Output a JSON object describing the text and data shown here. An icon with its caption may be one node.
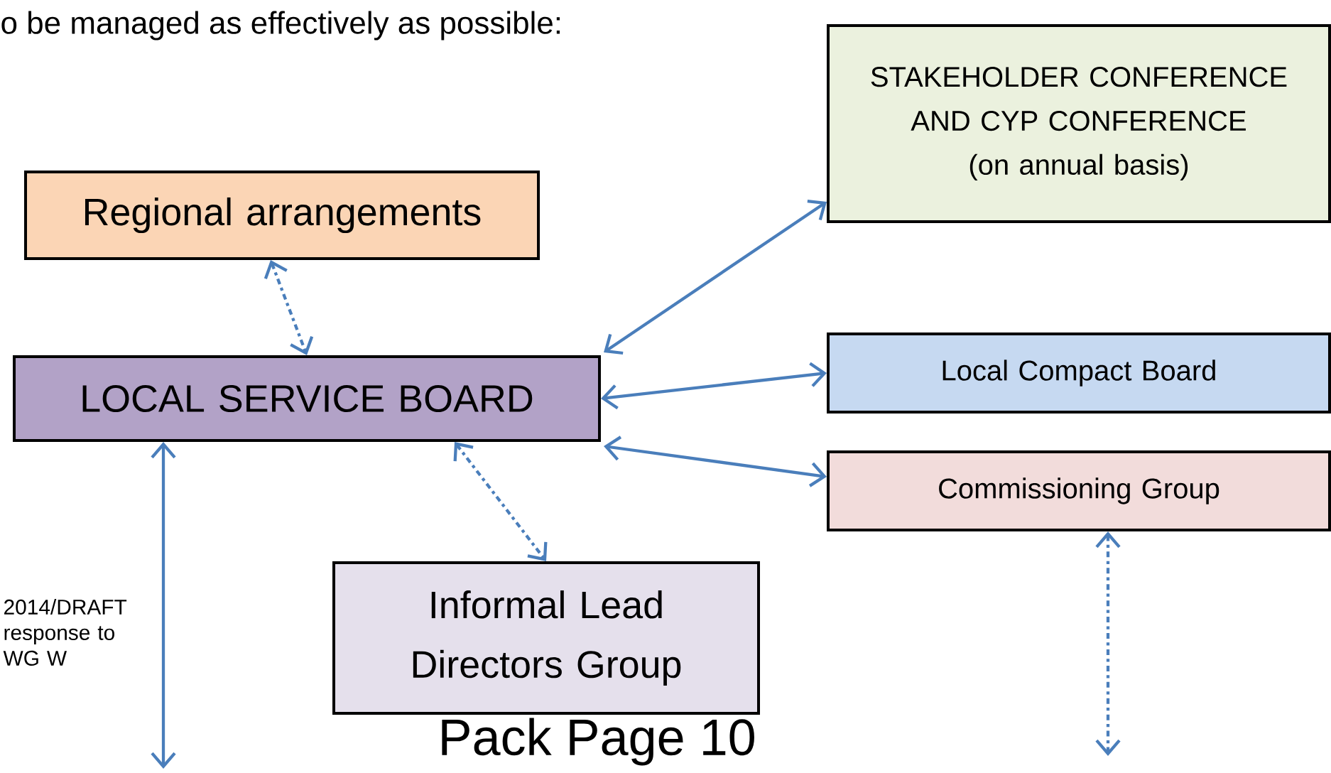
{
  "diagram": {
    "nodes": [
      {
        "text": [
          "Regional arrangements"
        ]
      },
      {
        "text": [
          "STAKEHOLDER CONFERENCE AND CYP CONFERENCE",
          "(on annual basis)"
        ]
      },
      {
        "text": [
          "LOCAL SERVICE BOARD"
        ]
      },
      {
        "text": [
          "Local Compact Board"
        ]
      },
      {
        "text": [
          "Commissioning Group"
        ]
      },
      {
        "text": [
          "Informal Lead Directors Group"
        ]
      }
    ],
    "edges": [
      {
        "from": 0,
        "to": 2,
        "arrow": "both",
        "style": "dashed"
      },
      {
        "from": 2,
        "to": 1,
        "arrow": "both"
      },
      {
        "from": 2,
        "to": 3,
        "arrow": "both"
      },
      {
        "from": 2,
        "to": 4,
        "arrow": "both"
      },
      {
        "from": 2,
        "to": 5,
        "arrow": "both",
        "style": "dashed"
      },
      {
        "from": 2,
        "to": null,
        "arrow": "both"
      },
      {
        "from": 4,
        "to": null,
        "arrow": "both",
        "style": "dashed"
      }
    ],
    "labels": [
      "o be managed as effectively as possible:",
      "2014/DRAFT response to WG W",
      "Pack Page 10"
    ]
  }
}
